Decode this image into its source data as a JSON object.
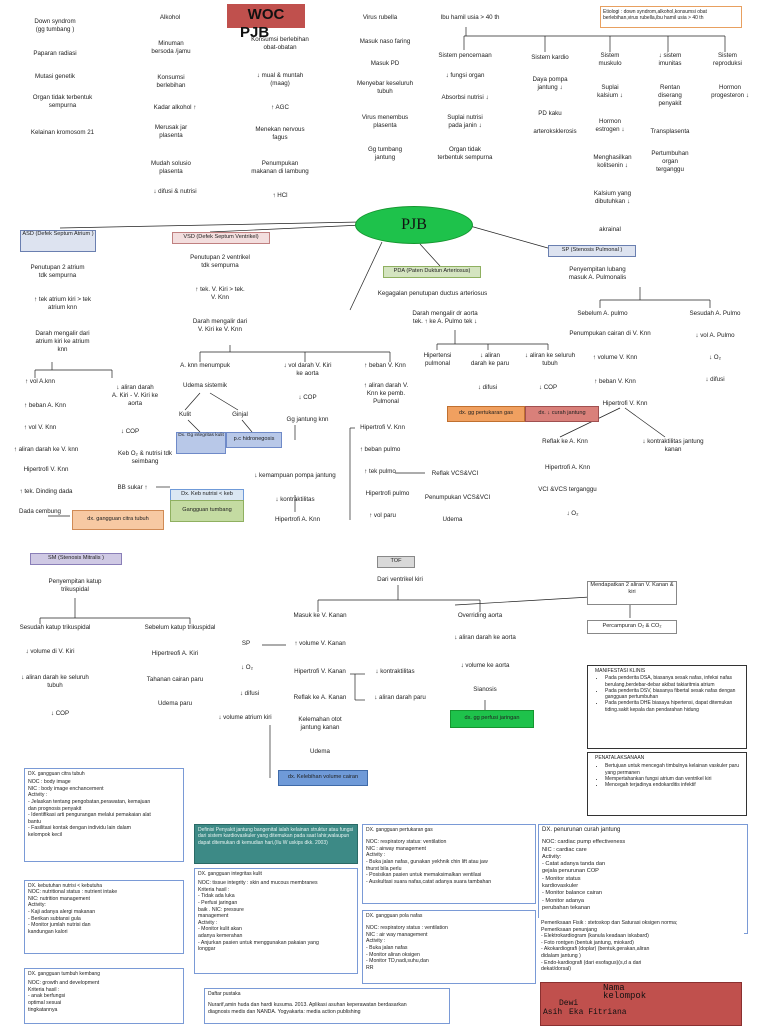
{
  "header": {
    "woc": "WOC",
    "pjb": "PJB",
    "note": "Etiologi : down syndrom,alkohol,konsumsi obat berlebihan,virus rubella,ibu hamil usia > 40 th"
  },
  "colors": {
    "woc_bg": "#c0504d",
    "ellipse": "#1ec24b",
    "green_box": "#c4dba2",
    "orange_box": "#f0a060",
    "red_box": "#d9807a",
    "blue_box": "#6f9ad8",
    "purple_box": "#cfc9e4",
    "pda_box": "#d4e4c0",
    "tof_box": "#d9d9d9"
  },
  "causes": {
    "down": "Down syndrom\n(gg tumbang )",
    "down_chain": [
      "Paparan radiasi",
      "Mutasi genetik",
      "Organ tidak terbentuk\nsempurna",
      "Kelainan kromosom 21"
    ],
    "alkohol": "Alkohol",
    "alkohol_chain": [
      "Minuman\nbersoda /jamu",
      "Konsumsi\nberlebihan",
      "Kadar alkohol ↑",
      "Merusak jar\nplasenta",
      "Mudah solusio\nplasenta",
      "↓ difusi & nutrisi"
    ],
    "obat": "Konsumsi berlebihan\nobat-obatan",
    "obat_chain": [
      "↓ mual & muntah\n(maag)",
      "↑ AGC",
      "Menekan nervous\nfagus",
      "Penumpukan\nmakanan di lambung",
      "↑ HCl"
    ],
    "rubella": "Virus rubella",
    "rubella_chain": [
      "Masuk naso faring",
      "Masuk PD",
      "Menyebar keseluruh\ntubuh",
      "Virus menembus\nplasenta",
      "Gg tumbang\njantung"
    ],
    "ibu": "Ibu hamil usia > 40 th",
    "pencernaan": "Sistem pencernaan",
    "pencernaan_chain": [
      "↓ fungsi organ",
      "Absorbsi nutrisi ↓",
      "Suplai nutrisi\npada janin ↓",
      "Organ tidak\nterbentuk sempurna"
    ],
    "kardio": "Sistem kardio",
    "kardio_chain": [
      "Daya pompa\njantung ↓",
      "PD kaku",
      "arteroksklerosis"
    ],
    "muskulo": "Sistem\nmuskulo",
    "muskulo_chain": [
      "Suplai\nkalsium ↓",
      "Hormon\nestrogen ↓",
      "Menghasilkan\nkolitsenin ↓",
      "Kalsium yang\ndibutuhkan ↓",
      "akrainal"
    ],
    "imunitas": "↓ sistem\nimunitas",
    "imunitas_chain": [
      "Rentan\ndiserang\npenyakit",
      "Transplasenta",
      "Pertumbuhan\norgan\nterganggu"
    ],
    "reproduksi": "Sistem\nreproduksi",
    "reproduksi_chain": [
      "Hormon\nprogesteron ↓"
    ]
  },
  "center": {
    "label": "PJB"
  },
  "asd": {
    "title": "ASD (Defek Septum\nAtrium )",
    "chain": [
      "Penutupan 2 atrium\ntdk sempurna",
      "↑ tek atrium kiri > tek\natrium knn",
      "Darah mengalir dari\natrium kiri ke atrium\nknn"
    ],
    "left": [
      "↑ vol A.knn",
      "↑ beban A. Knn",
      "↑ vol V. Knn",
      "↑ aliran darah ke V. knn",
      "Hipertrofi V. Knn",
      "↑ tek. Dinding dada",
      "Dada cembung"
    ],
    "right": [
      "↓ aliran darah\nA. Kiri - V. Kiri ke\naorta",
      "↓ COP",
      "Keb O₂ & nutrisi tdk\nseimbang",
      "BB sukar ↑"
    ],
    "dx_citra": "dx. gangguan citra tubuh",
    "dx_nutrisi": "Dx. Keb nutrisi < keb",
    "dx_tumbang": "Gangguan tumbang"
  },
  "vsd": {
    "title": "VSD (Defek Septum Ventrikel)",
    "chain": [
      "Penutupan 2 ventrikel\ntdk sempurna",
      "↑ tek. V. Kiri > tek.\nV. Knn",
      "Darah mengalir dari\nV. Kiri ke V. Knn"
    ],
    "a": [
      "A. knn menumpuk",
      "Udema sistemik",
      "Kulit",
      "Ginjal"
    ],
    "dx_kulit": "Dx. Gg\nintegritas kulit",
    "dx_hiper": "p.c hidronegosis",
    "b": [
      "↓ vol darah V. Kiri\nke aorta",
      "↓ COP",
      "Gg jantung knn"
    ],
    "c": [
      "↑ beban V. Knn",
      "↑ aliran darah V.\nKnn ke pemb.\nPulmonal",
      "Hipertrofi V. Knn",
      "↑ beban pulmo",
      "↑ tek pulmo",
      "Hipertrofi pulmo",
      "↑ vol paru"
    ],
    "d": [
      "↓ kemampuan pompa jantung",
      "↓ kontraktilitas",
      "Hipertrofi A. Knn"
    ],
    "reflak": "Reflak VCS&VCI",
    "penumpukan": "Penumpukan VCS&VCI",
    "udema": "Udema"
  },
  "pda": {
    "title": "PDA (Paten Duktun Arteriosus)",
    "chain": [
      "Kegagalan penutupan ductus arteriosus",
      "Darah mengalir dr aorta\ntek. ↑ ke A. Pulmo tek ↓"
    ],
    "sub": [
      "Hipertensi\npulmonal",
      "↓ aliran\ndarah ke paru",
      "↓ difusi",
      "↓ aliran ke seluruh\ntubuh",
      "↓ COP"
    ],
    "dx_gas": "dx. gg pertukaran gas",
    "dx_curah": "dx. ↓ curah jantung"
  },
  "sp": {
    "title": "SP (Stenosis Pulmonal )",
    "chain": [
      "Penyempitan lubang\nmasuk A. Pulmonalis"
    ],
    "before": [
      "Sebelum A. pulmo",
      "Penumpukan cairan di V. Knn",
      "↑ volume V. Knn",
      "↑ beban V. Knn",
      "Hipertrofi V. Knn"
    ],
    "after": [
      "Sesudah A. Pulmo",
      "↓ vol A. Pulmo",
      "↓ O₂",
      "↓ difusi"
    ],
    "tail": [
      "Reflak ke A. Knn",
      "↓ kontraktilitas jantung\nkanan",
      "Hipertrofi A. Knn",
      "VCI &VCS terganggu",
      "↓ O₂"
    ]
  },
  "sm": {
    "title": "SM (Stenosis Mitralis )",
    "chain": [
      "Penyempitan katup\ntrikuspidal"
    ],
    "sesudah": [
      "Sesudah katup trikuspidal",
      "↓ volume di V. Kiri",
      "↓ aliran darah ke seluruh\ntubuh",
      "↓ COP"
    ],
    "sebelum": [
      "Sebelum katup trikuspidal",
      "Hipertreofi A. Kiri",
      "Tahanan cairan paru",
      "Udema paru"
    ]
  },
  "tof": {
    "title": "TOF",
    "chain": [
      "Dari ventrikel kiri"
    ],
    "sp": [
      "SP",
      "↓ O₂",
      "↓ difusi",
      "↓ volume atrium kiri"
    ],
    "masuk": [
      "Masuk ke V. Kanan",
      "↑ volume V. Kanan",
      "Hipertrofi V. Kanan",
      "Reflak ke A. Kanan",
      "Kelemahan otot\njantung kanan",
      "Udema"
    ],
    "kontr": "↓ kontraktilitas",
    "aliran_paru": "↓ aliran darah paru",
    "overriding": [
      "Overriding aorta",
      "↓ aliran darah ke aorta",
      "↓ volume ke aorta",
      "Sianosis"
    ],
    "dx_perfusi": "dx. gg perfusi jaringan",
    "dx_kelebihan": "dx. Kelebihan volume cairan",
    "mendapatkan": "Mendapatkan 2 aliran V.\nKanan & kiri",
    "percampuran": "Percampuran O₂ & CO₂"
  },
  "panels": {
    "manifestasi_title": "MANIFESTASI KLINIS",
    "manifestasi": [
      "Pada penderita DSA, biasanya sesak nafas, infeksi nafas berulang,berdebar-debar akibat takiaritmia atrium",
      "Pada penderita DSV, biasanya fibertal sesak nafas dengan gangguan pertumbuhan",
      "Pada penderita DHE biasaya hipertensi, dapat ditemukan tiding.sakit kepala dan pendarahan hidung"
    ],
    "penatalaksanaan_title": "PENATALAKSANAAN",
    "penatalaksanaan": [
      "Bertujuan untuk mencegah timbulnya kelainan vaskuler paru yang permanen",
      "Mempertahankan fungsi atrium dan ventrikel kiri",
      "Mencegah terjadinya endokarditis infektif"
    ],
    "citra_title": "DX. gangguan citra tubuh",
    "citra": "NOC : body image\nNIC : body image enchancement\nActivity :\n  - Jelaskan tentang pengobatan,perawatan, kemajuan\n    dan prognosis penyakit\n  - Identifikasi arti pengurangan melalui pemakaian alat\n    bantu\n  - Fasilitasi kontak dengan individu lain dalam\n    kelompok kecil",
    "nutrisi_title": "DX. kebutuhan nutrisi < kebutuha",
    "nutrisi": "NOC: nutritional status : nutrient intake\nNIC: nutrition management\nActivity:\n  - Kaji adanya alergi makanan\n  - Berikan subtansi gula\n  - Monitor jumlah nutrisi dan\n    kandungan kalori",
    "tumbuh_title": "DX. gangguan tumbuh kembang",
    "tumbuh": "NOC: growth and development\nKriteria hasil :\n  - anak berfungsi\n    optimal sesuai\n    tingkatannya",
    "definisi": "Definisi\nPenyakit jantung bangenital ialah kelainan struktur atau fungsi dari sistem kardiovaskuler yang ditemukan pada saat lahir,walaupun dapat ditemukan di kemudian hari,(Ilu W uskips dkk. 2003)",
    "integritas_title": "DX. gangguan integritas kulit",
    "integritas": "NOC: tissue integrity : skin and mucous membranes\nKriteria hasil :\n  - Tidak ada luka\n  - Perfusi jaringan\nbaik . NIC: pressure\nmanagement\nActivity :\n  - Monitor kulit akan\n    adanya kemerahan\n  - Anjurkan pasien untuk menggunakan pakaian yang\n    longgar",
    "gas_title": "DX. gangguan pertukaran gas",
    "gas": "NOC: respiratory status: ventilation\nNIC : airway management\nActivity :\n  - Buka jalan nafas, gunakan yekhnik chin lift atau jaw\n    thurst bila perlu\n  - Posisikan pasien untuk memaksimalkan ventilasi\n  - Auskultasi suara nafas,catat adanya suara tambahan",
    "pola_title": "DX. gangguan pola nafas",
    "pola": "NOC: respiratory status : ventilation\nNIC : air way management\nActivity :\n  - Buka jalan nafas\n  - Monitor aliran oksigen\n  - Monitor TD,nadi,suhu,dan\n    RR",
    "curah_title": "DX. penurunan curah jantung",
    "curah": "NOC: cardiac pump effectiveness\nNIC : cardiac care\nActivity:\n  - Catat adanya tanda dan\n    gejala penurunan COP\n  - Monitor status\n    kardiovaskuler\n  - Monitor balance cairan\n  - Monitor adanya\n    perubahan tekanan",
    "penunjang": "Pemeriksaan Fisik : stetoskop dan Saturasi oksigen norma;\nPemeriksaan penunjang\n  - Elektrokardiogram (kanula keadaan iskabard)\n  - Foto rontgen (bentuk jantung, miokard)\n  - Akokardiografi (doplar) (bentuk,gerakan,aliran\n    didalam jantung )\n  - Endo-kardiografi (dari esofagus)(s,d a dari\n    dekat/dorsal)",
    "pustaka_title": "Daftar pustaka",
    "pustaka": "Nurarif,amin huda dan hardi kusuma. 2013. Aplikasi asuhan keperawatan berdasarkan\n        diagnosis medis dan NANDA. Yogyakarta: media action publishing",
    "nama_title": "Nama\nkelompok",
    "nama": [
      "Dewi",
      "Asih",
      "Eka Fitriana"
    ]
  }
}
